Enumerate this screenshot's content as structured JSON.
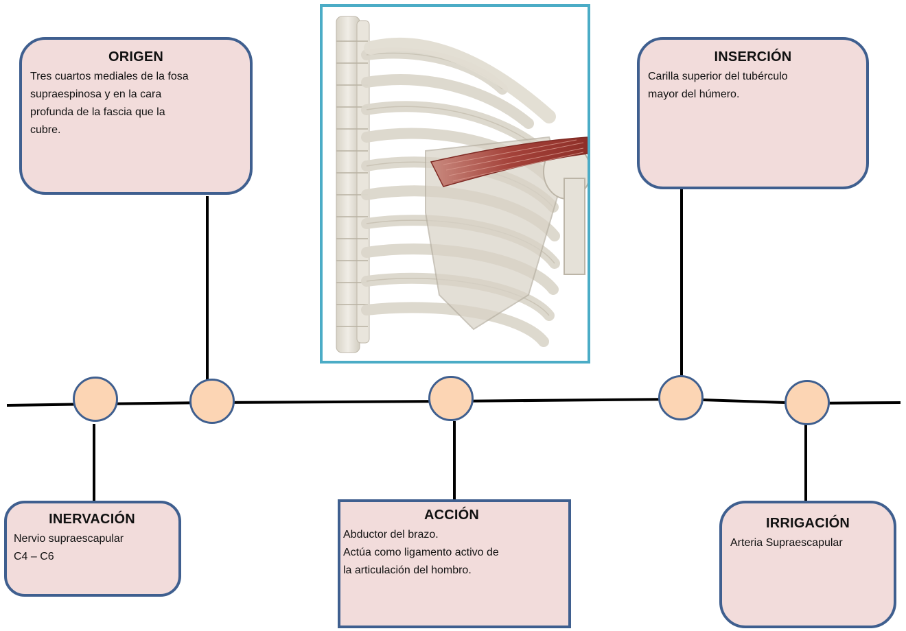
{
  "cards": {
    "origen": {
      "title": "ORIGEN",
      "lines": [
        "Tres cuartos mediales de la fosa",
        "supraespinosa y en la cara",
        "profunda de la fascia que la",
        "cubre."
      ]
    },
    "insercion": {
      "title": "INSERCIÓN",
      "lines": [
        "Carilla superior del tubérculo",
        "mayor del húmero."
      ]
    },
    "inervacion": {
      "title": "INERVACIÓN",
      "lines": [
        "Nervio supraescapular",
        "C4 – C6"
      ]
    },
    "accion": {
      "title": "ACCIÓN",
      "lines": [
        "Abductor del brazo.",
        "Actúa como ligamento activo de",
        "la articulación del hombro."
      ]
    },
    "irrigacion": {
      "title": "IRRIGACIÓN",
      "lines": [
        "Arteria Supraescapular"
      ]
    }
  },
  "colors": {
    "card_fill": "#f2dcdb",
    "card_border": "#3f5f8f",
    "node_fill": "#fcd5b4",
    "photo_border": "#4bacc6",
    "muscle": "#a8473e",
    "bone": "#e4e0d6"
  }
}
